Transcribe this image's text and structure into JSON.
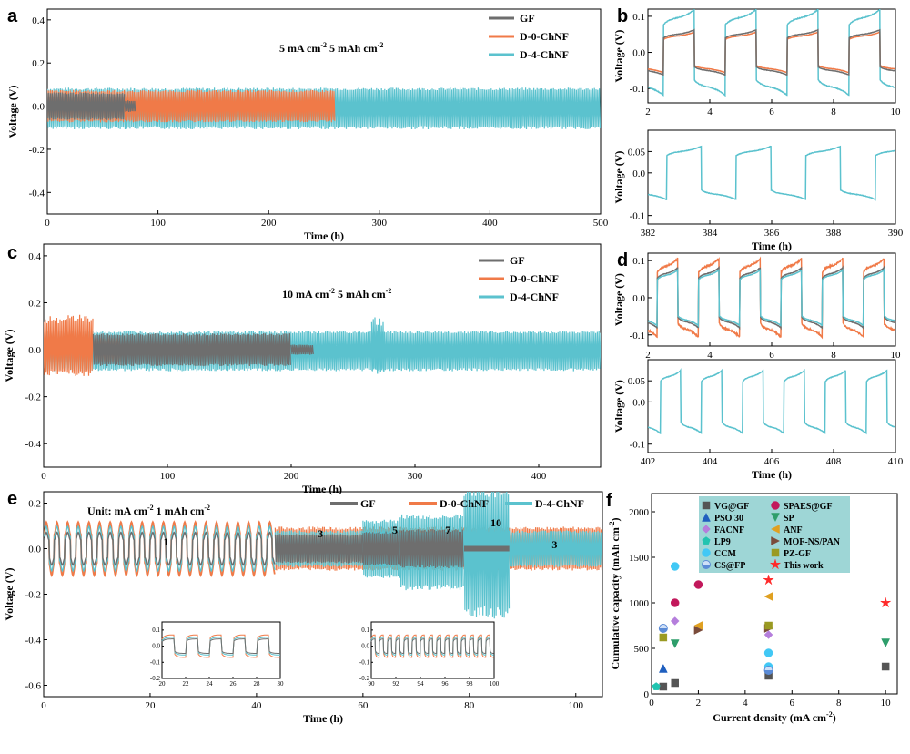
{
  "colors": {
    "GF": "#6e6e6e",
    "D0": "#f07a48",
    "D4": "#5bc2ce",
    "legend_bg": "#9ed6d6"
  },
  "chart_data": [
    {
      "id": "a",
      "panel": "a",
      "type": "line",
      "annotation": [
        "5 mA cm",
        "-2",
        "  5 mAh cm",
        "-2"
      ],
      "xlabel": "Time (h)",
      "ylabel": "Voltage (V)",
      "xlim": [
        0,
        500
      ],
      "ylim": [
        -0.5,
        0.45
      ],
      "xticks": [
        0,
        100,
        200,
        300,
        400,
        500
      ],
      "yticks": [
        -0.4,
        -0.2,
        0.0,
        0.2,
        0.4
      ],
      "legend": [
        "GF",
        "D-0-ChNF",
        "D-4-ChNF"
      ],
      "series": [
        {
          "name": "D-4-ChNF",
          "color_key": "D4",
          "bands": [
            [
              0,
              500,
              0.08,
              -0.1
            ]
          ]
        },
        {
          "name": "D-0-ChNF",
          "color_key": "D0",
          "bands": [
            [
              0,
              260,
              0.07,
              -0.07
            ]
          ]
        },
        {
          "name": "GF",
          "color_key": "GF",
          "bands": [
            [
              0,
              70,
              0.06,
              -0.06
            ],
            [
              70,
              80,
              0.025,
              -0.025
            ]
          ]
        }
      ]
    },
    {
      "id": "b1",
      "panel": "b",
      "type": "line",
      "xlim": [
        2,
        10
      ],
      "ylim": [
        -0.14,
        0.12
      ],
      "xticks": [
        2,
        4,
        6,
        8,
        10
      ],
      "yticks": [
        -0.1,
        0.0,
        0.1
      ],
      "ylabel": "Voltage (V)"
    },
    {
      "id": "b2",
      "panel": "",
      "type": "line",
      "xlim": [
        382,
        390
      ],
      "ylim": [
        -0.12,
        0.1
      ],
      "xticks": [
        382,
        384,
        386,
        388,
        390
      ],
      "yticks": [
        -0.1,
        0.0,
        0.05
      ],
      "xlabel": "Time (h)",
      "ylabel": "Voltage (V)"
    },
    {
      "id": "c",
      "panel": "c",
      "type": "line",
      "annotation": [
        "10 mA cm",
        "-2",
        "  5 mAh cm",
        "-2"
      ],
      "xlabel": "Time (h)",
      "ylabel": "Voltage (V)",
      "xlim": [
        0,
        450
      ],
      "ylim": [
        -0.5,
        0.45
      ],
      "xticks": [
        0,
        100,
        200,
        300,
        400
      ],
      "yticks": [
        -0.4,
        -0.2,
        0.0,
        0.2,
        0.4
      ],
      "legend": [
        "GF",
        "D-0-ChNF",
        "D-4-ChNF"
      ]
    },
    {
      "id": "d1",
      "panel": "d",
      "type": "line",
      "xlim": [
        2,
        10
      ],
      "ylim": [
        -0.13,
        0.12
      ],
      "xticks": [
        2,
        4,
        6,
        8,
        10
      ],
      "yticks": [
        -0.1,
        0.0,
        0.1
      ],
      "ylabel": "Voltage (V)"
    },
    {
      "id": "d2",
      "panel": "",
      "type": "line",
      "xlim": [
        402,
        410
      ],
      "ylim": [
        -0.12,
        0.1
      ],
      "xticks": [
        402,
        404,
        406,
        408,
        410
      ],
      "yticks": [
        -0.1,
        0.0,
        0.05
      ],
      "xlabel": "Time (h)",
      "ylabel": "Voltage (V)"
    },
    {
      "id": "e",
      "panel": "e",
      "type": "line",
      "annotation": [
        "Unit: mA cm",
        "-2",
        "  1 mAh cm",
        "-2"
      ],
      "xlabel": "Time (h)",
      "ylabel": "Voltage (V)",
      "xlim": [
        0,
        105
      ],
      "ylim": [
        -0.65,
        0.25
      ],
      "xticks": [
        0,
        20,
        40,
        60,
        80,
        100
      ],
      "yticks": [
        -0.6,
        -0.4,
        -0.2,
        0.0,
        0.2
      ],
      "legend": [
        "GF",
        "D-0-ChNF",
        "D-4-ChNF"
      ],
      "rate_labels": [
        {
          "x": 23,
          "text": "1"
        },
        {
          "x": 52,
          "text": "3"
        },
        {
          "x": 66,
          "text": "5"
        },
        {
          "x": 76,
          "text": "7"
        },
        {
          "x": 85,
          "text": "10"
        },
        {
          "x": 96,
          "text": "3"
        }
      ],
      "insets": [
        {
          "xlim": [
            20,
            30
          ],
          "ylim": [
            -0.2,
            0.15
          ],
          "xticks": [
            20,
            22,
            24,
            26,
            28,
            30
          ],
          "yticks": [
            -0.2,
            -0.1,
            0.0,
            0.1
          ]
        },
        {
          "xlim": [
            90,
            100
          ],
          "ylim": [
            -0.2,
            0.15
          ],
          "xticks": [
            90,
            92,
            94,
            96,
            98,
            100
          ],
          "yticks": [
            -0.2,
            -0.1,
            0.0,
            0.1
          ]
        }
      ]
    },
    {
      "id": "f",
      "panel": "f",
      "type": "scatter",
      "xlabel": "Current density (mA cm",
      "xlabel_sup": "-2",
      "xlabel_end": ")",
      "ylabel": "Cumulative capacity (mAh cm",
      "ylabel_sup": "-2",
      "ylabel_end": ")",
      "xlim": [
        0,
        10.5
      ],
      "ylim": [
        0,
        2200
      ],
      "xticks": [
        0,
        2,
        4,
        6,
        8,
        10
      ],
      "yticks": [
        0,
        500,
        1000,
        1500,
        2000
      ],
      "series": [
        {
          "name": "VG@GF",
          "marker": "square",
          "color": "#555555",
          "points": [
            [
              0.5,
              80
            ],
            [
              1,
              120
            ],
            [
              5,
              200
            ],
            [
              10,
              300
            ]
          ]
        },
        {
          "name": "SPAES@GF",
          "marker": "circle",
          "color": "#c2185b",
          "points": [
            [
              1,
              1000
            ],
            [
              2,
              1200
            ]
          ]
        },
        {
          "name": "PSO 30",
          "marker": "triangle-up",
          "color": "#1f5fbf",
          "points": [
            [
              0.5,
              280
            ]
          ]
        },
        {
          "name": "SP",
          "marker": "triangle-down",
          "color": "#2e9e6b",
          "points": [
            [
              1,
              550
            ],
            [
              10,
              560
            ]
          ]
        },
        {
          "name": "FACNF",
          "marker": "diamond",
          "color": "#b57edc",
          "points": [
            [
              1,
              800
            ],
            [
              5,
              650
            ]
          ]
        },
        {
          "name": "ANF",
          "marker": "triangle-left",
          "color": "#e0a020",
          "points": [
            [
              2,
              750
            ],
            [
              5,
              1070
            ]
          ]
        },
        {
          "name": "LP9",
          "marker": "pentagon",
          "color": "#22c4b0",
          "points": [
            [
              0.2,
              80
            ]
          ]
        },
        {
          "name": "MOF-NS/PAN",
          "marker": "triangle-right",
          "color": "#7a4b3a",
          "points": [
            [
              2,
              700
            ],
            [
              5,
              720
            ]
          ]
        },
        {
          "name": "CCM",
          "marker": "circle",
          "color": "#41c8f5",
          "points": [
            [
              1,
              1400
            ],
            [
              5,
              450
            ],
            [
              5,
              300
            ]
          ]
        },
        {
          "name": "PZ-GF",
          "marker": "square",
          "color": "#9a9a22",
          "points": [
            [
              0.5,
              620
            ],
            [
              5,
              750
            ]
          ]
        },
        {
          "name": "CS@FP",
          "marker": "circle-split",
          "color": "#5b8bd6",
          "points": [
            [
              0.5,
              720
            ],
            [
              5,
              260
            ]
          ]
        },
        {
          "name": "This work",
          "marker": "star",
          "color": "#ff2a2a",
          "points": [
            [
              5,
              1250
            ],
            [
              10,
              1000
            ]
          ]
        }
      ]
    }
  ]
}
